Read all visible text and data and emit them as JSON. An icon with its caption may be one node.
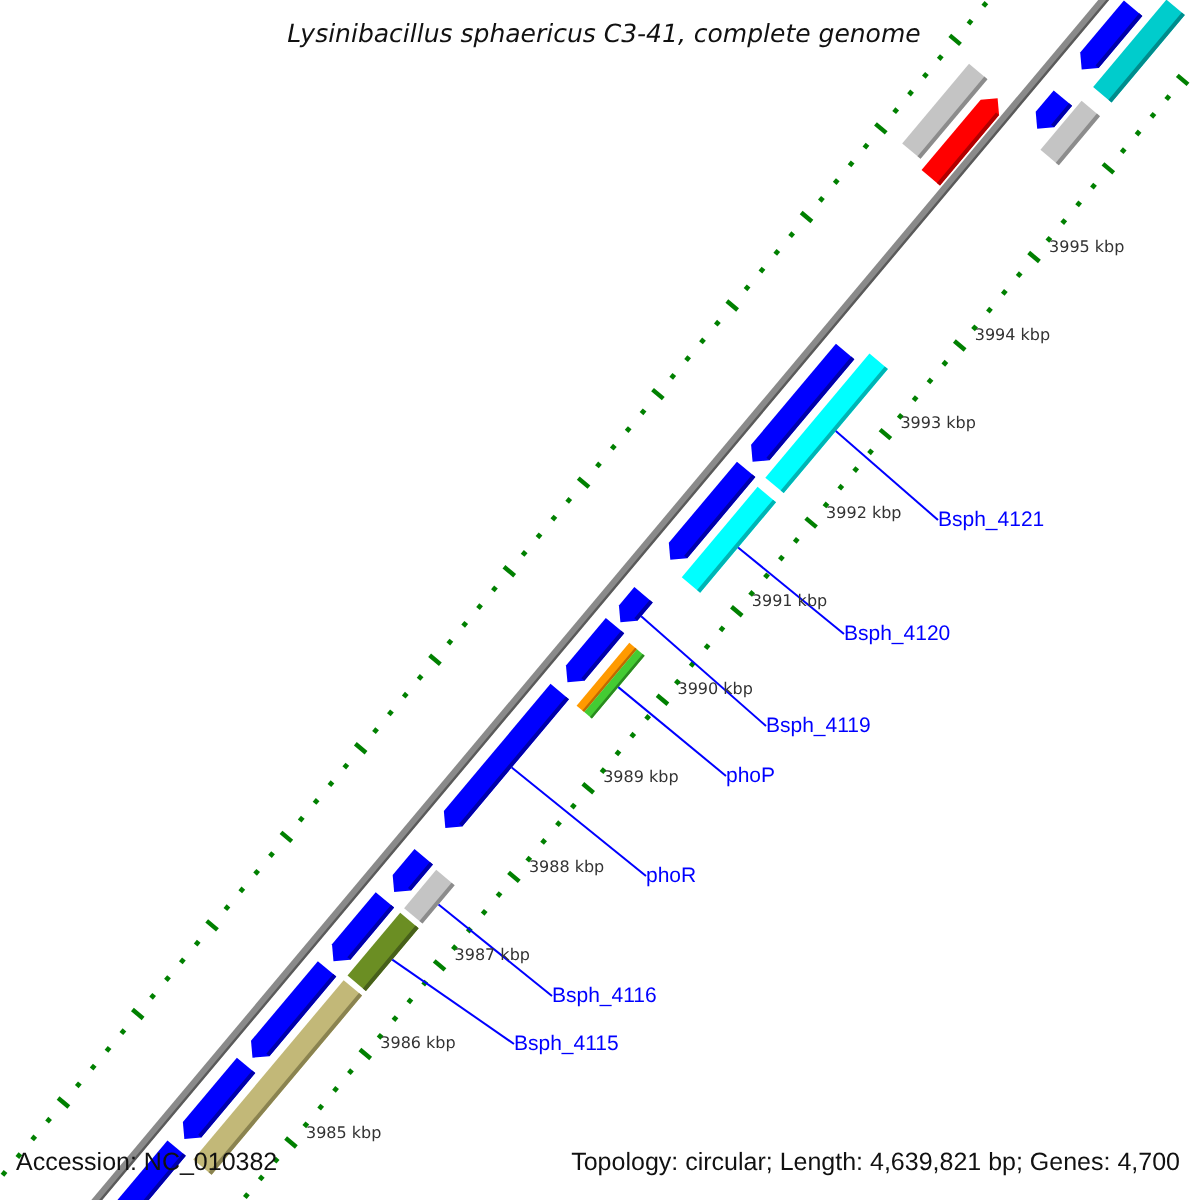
{
  "diagram": {
    "title": "Lysinibacillus sphaericus C3-41, complete genome",
    "nodes": [
      {
        "text": [],
        "shape": "bar"
      },
      {
        "text": [],
        "shape": "bar"
      },
      {
        "text": [],
        "shape": "bar"
      },
      {
        "text": [],
        "shape": "bar"
      },
      {
        "text": [],
        "shape": "bar"
      },
      {
        "text": [],
        "shape": "bar"
      },
      {
        "text": [],
        "shape": "bar"
      },
      {
        "text": [],
        "shape": "bar"
      },
      {
        "text": [],
        "shape": "bar"
      },
      {
        "text": [],
        "shape": "bar"
      },
      {
        "text": [],
        "shape": "bar"
      },
      {
        "text": [],
        "shape": "bar"
      },
      {
        "text": [],
        "shape": "bar"
      },
      {
        "text": [],
        "shape": "bar"
      },
      {
        "text": [],
        "shape": "bar"
      },
      {
        "text": [],
        "shape": "bar"
      },
      {
        "text": [],
        "shape": "bar"
      },
      {
        "text": [],
        "shape": "bar"
      },
      {
        "text": [],
        "shape": "bar"
      },
      {
        "text": [],
        "shape": "bar"
      },
      {
        "text": [],
        "shape": "bar"
      },
      {
        "text": [],
        "shape": "bar"
      },
      {
        "text": [],
        "shape": "bar"
      },
      {
        "text": [
          "Bsph_4121"
        ]
      },
      {
        "text": [
          "Bsph_4120"
        ]
      },
      {
        "text": [
          "Bsph_4119"
        ]
      },
      {
        "text": [
          "phoP"
        ]
      },
      {
        "text": [
          "phoR"
        ]
      },
      {
        "text": [
          "Bsph_4116"
        ]
      },
      {
        "text": [
          "Bsph_4115"
        ]
      }
    ],
    "edges": [
      {
        "from": 23,
        "to": 7,
        "arrow": "none"
      },
      {
        "from": 24,
        "to": 9,
        "arrow": "none"
      },
      {
        "from": 25,
        "to": 10,
        "arrow": "none"
      },
      {
        "from": 26,
        "to": 13,
        "arrow": "none"
      },
      {
        "from": 27,
        "to": 14,
        "arrow": "none"
      },
      {
        "from": 28,
        "to": 16,
        "arrow": "none"
      },
      {
        "from": 29,
        "to": 18,
        "arrow": "none"
      }
    ],
    "labels": [
      "3995 kbp",
      "3994 kbp",
      "3993 kbp",
      "3992 kbp",
      "3991 kbp",
      "3990 kbp",
      "3989 kbp",
      "3988 kbp",
      "3987 kbp",
      "3986 kbp",
      "3985 kbp",
      "Accession: NC_010382",
      "Topology: circular; Length: 4,639,821 bp; Genes: 4,700"
    ]
  }
}
